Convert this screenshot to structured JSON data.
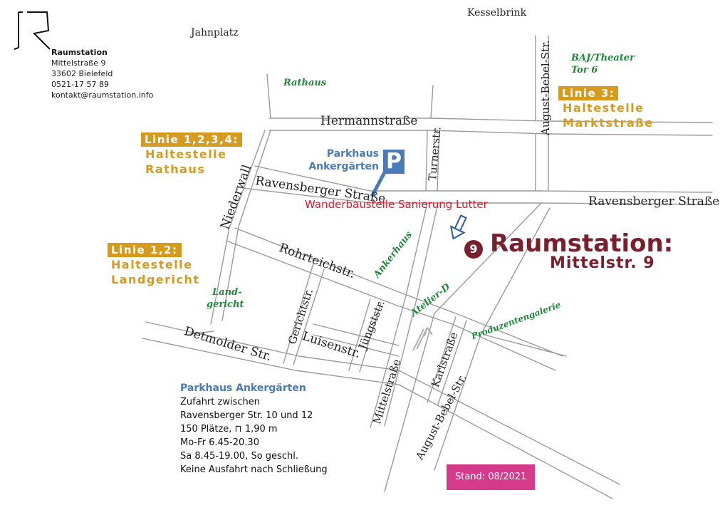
{
  "address": {
    "name": "Raumstation",
    "street": "Mittelstraße 9",
    "city": "33602 Bielefeld",
    "phone": "0521-17 57 89",
    "email": "kontakt@raumstation.info"
  },
  "places": {
    "jahnplatz": "Jahnplatz",
    "kesselbrink": "Kesselbrink"
  },
  "streets": {
    "hermannstrasse": "Hermannstraße",
    "ravensberger_left": "Ravensberger Straße",
    "ravensberger_right": "Ravensberger Straße",
    "niederwall": "Niederwall",
    "turnerstr": "Turnerstr.",
    "august_bebel_top": "August-Bebel-Str.",
    "august_bebel_bottom": "August-Bebel-Str.",
    "rohrteichstr": "Rohrteichstr.",
    "gerichtstr": "Gerichtstr.",
    "juengststr": "Jüngststr.",
    "luisenstr": "Luisenstr.",
    "detmolder": "Detmolder Str.",
    "mittelstrasse": "Mittelstraße",
    "karlstrasse": "Karlstraße"
  },
  "landmarks": {
    "rathaus": "Rathaus",
    "baj_line1": "BAJ/Theater",
    "baj_line2": "Tor 6",
    "ankerhaus": "Ankerhaus",
    "landgericht_line1": "Land-",
    "landgericht_line2": "gericht",
    "atelier": "Atelier-D",
    "produzentengalerie": "Produzentengalerie"
  },
  "transit": [
    {
      "line": "Linie 1,2,3,4:",
      "stop_label": "Haltestelle",
      "stop_name": "Rathaus"
    },
    {
      "line": "Linie 3:",
      "stop_label": "Haltestelle",
      "stop_name": "Marktstraße"
    },
    {
      "line": "Linie 1,2:",
      "stop_label": "Haltestelle",
      "stop_name": "Landgericht"
    }
  ],
  "parking": {
    "label_line1": "Parkhaus",
    "label_line2": "Ankergärten",
    "sign": "P"
  },
  "construction": "Wanderbaustelle Sanierung Lutter",
  "venue": {
    "number": "9",
    "title": "Raumstation:",
    "subtitle": "Mittelstr. 9"
  },
  "parking_info": {
    "title": "Parkhaus Ankergärten",
    "line1": "Zufahrt zwischen",
    "line2": "Ravensberger Str. 10 und 12",
    "line3": "150 Plätze, ⊓ 1,90 m",
    "line4": "Mo-Fr 6.45-20.30",
    "line5": "Sa 8.45-19.00, So geschl.",
    "line6": "Keine Ausfahrt nach Schließung"
  },
  "stand": "Stand: 08/2021",
  "colors": {
    "transit": "#d69a1e",
    "parking": "#4a7bb7",
    "construction": "#e0162b",
    "venue": "#7a1f2e",
    "landmark": "#1f8a3a",
    "stand": "#d63a8a",
    "street_edge": "#9a9a9a"
  }
}
